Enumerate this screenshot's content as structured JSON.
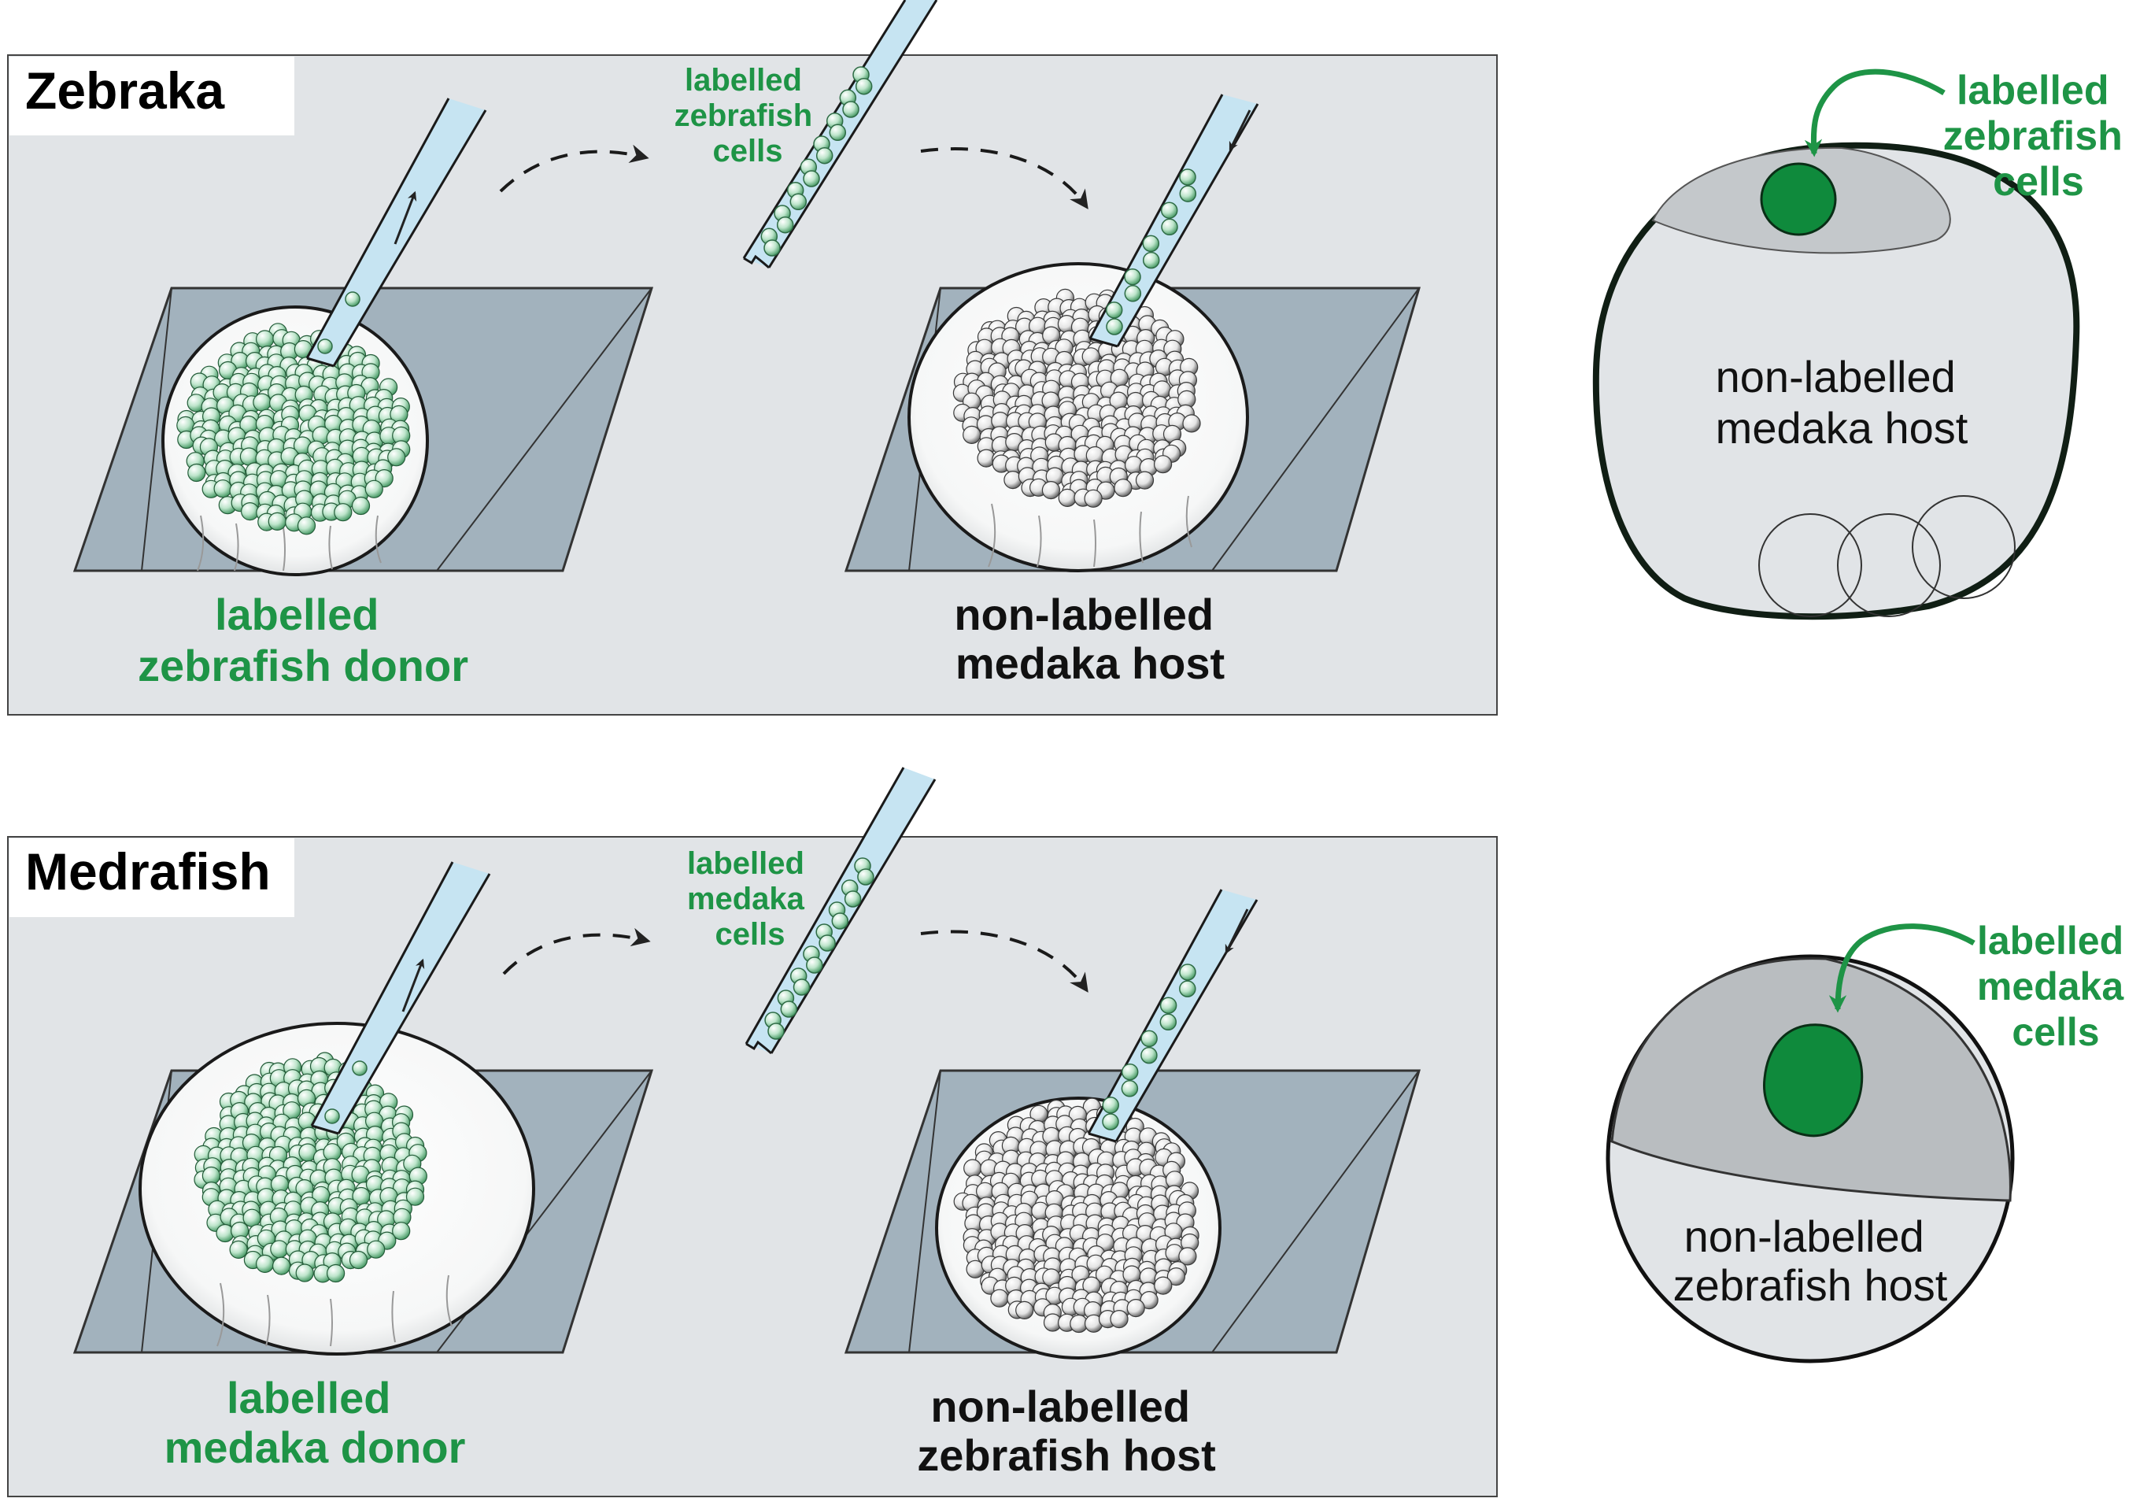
{
  "colors": {
    "panel_bg": "#e1e4e7",
    "dish": "#a2b2bd",
    "label_green": "#1e9446",
    "cell_green": "#b9e2c8",
    "blob_green": "#0f8a3c",
    "pipette_fill": "#c6e4f2"
  },
  "panels": [
    {
      "title": "Zebraka",
      "donor_label": [
        "labelled",
        "zebrafish donor"
      ],
      "host_label": [
        "non-labelled",
        "medaka host"
      ],
      "transfer_label": [
        "labelled",
        "zebrafish",
        "cells"
      ],
      "side_callout": [
        "labelled",
        "zebrafish",
        "cells"
      ],
      "side_host_label": [
        "non-labelled",
        "medaka host"
      ]
    },
    {
      "title": "Medrafish",
      "donor_label": [
        "labelled",
        "medaka donor"
      ],
      "host_label": [
        "non-labelled",
        "zebrafish host"
      ],
      "transfer_label": [
        "labelled",
        "medaka",
        "cells"
      ],
      "side_callout": [
        "labelled",
        "medaka",
        "cells"
      ],
      "side_host_label": [
        "non-labelled",
        "zebrafish host"
      ]
    }
  ]
}
